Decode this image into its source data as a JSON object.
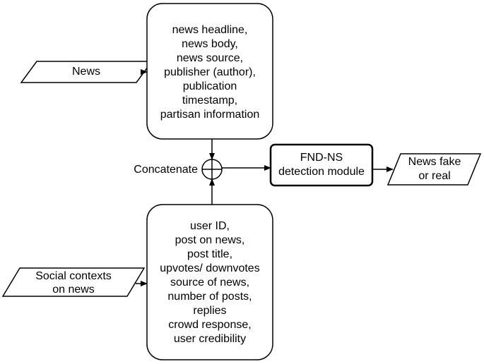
{
  "inputs": {
    "news": "News",
    "social_contexts": [
      "Social contexts",
      "on news"
    ]
  },
  "news_features": [
    "news headline,",
    "news body,",
    "news source,",
    "publisher (author),",
    "publication",
    "timestamp,",
    "partisan information"
  ],
  "social_features": [
    "user ID,",
    "post on news,",
    "post title,",
    "upvotes/ downvotes",
    "source of news,",
    "number of posts,",
    "replies",
    "crowd response,",
    "user credibility"
  ],
  "concatenate_label": "Concatenate",
  "module": [
    "FND-NS",
    "detection module"
  ],
  "output": [
    "News fake",
    "or real"
  ]
}
